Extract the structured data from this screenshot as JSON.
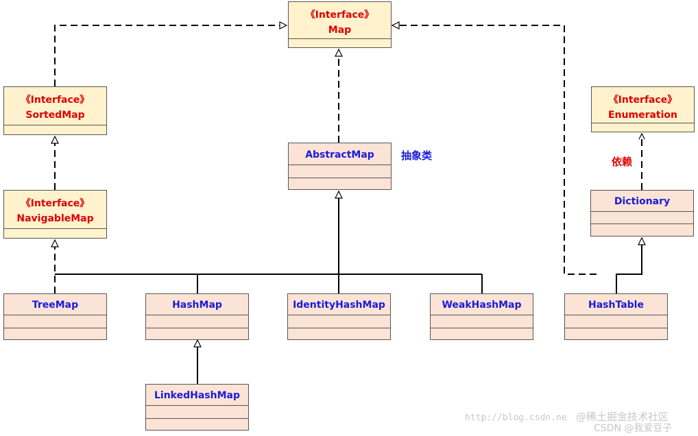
{
  "interfaces": {
    "map": {
      "stereotype": "《Interface》",
      "name": "Map"
    },
    "sorted_map": {
      "stereotype": "《Interface》",
      "name": "SortedMap"
    },
    "navigable_map": {
      "stereotype": "《Interface》",
      "name": "NavigableMap"
    },
    "enumeration": {
      "stereotype": "《Interface》",
      "name": "Enumeration"
    }
  },
  "classes": {
    "abstract_map": "AbstractMap",
    "dictionary": "Dictionary",
    "tree_map": "TreeMap",
    "hash_map": "HashMap",
    "identity_hash_map": "IdentityHashMap",
    "weak_hash_map": "WeakHashMap",
    "hash_table": "HashTable",
    "linked_hash_map": "LinkedHashMap"
  },
  "annotations": {
    "abstract_class": "抽象类",
    "dependency": "依赖"
  },
  "watermark": {
    "url": "http://blog.csdn.ne",
    "community": "@稀土掘金技术社区",
    "author": "CSDN @我爱豆子"
  },
  "colors": {
    "interface_fill": "#fff2cc",
    "class_fill": "#fbe3d6",
    "interface_text": "#e00000",
    "class_text": "#1a1adb",
    "line": "#000000"
  }
}
